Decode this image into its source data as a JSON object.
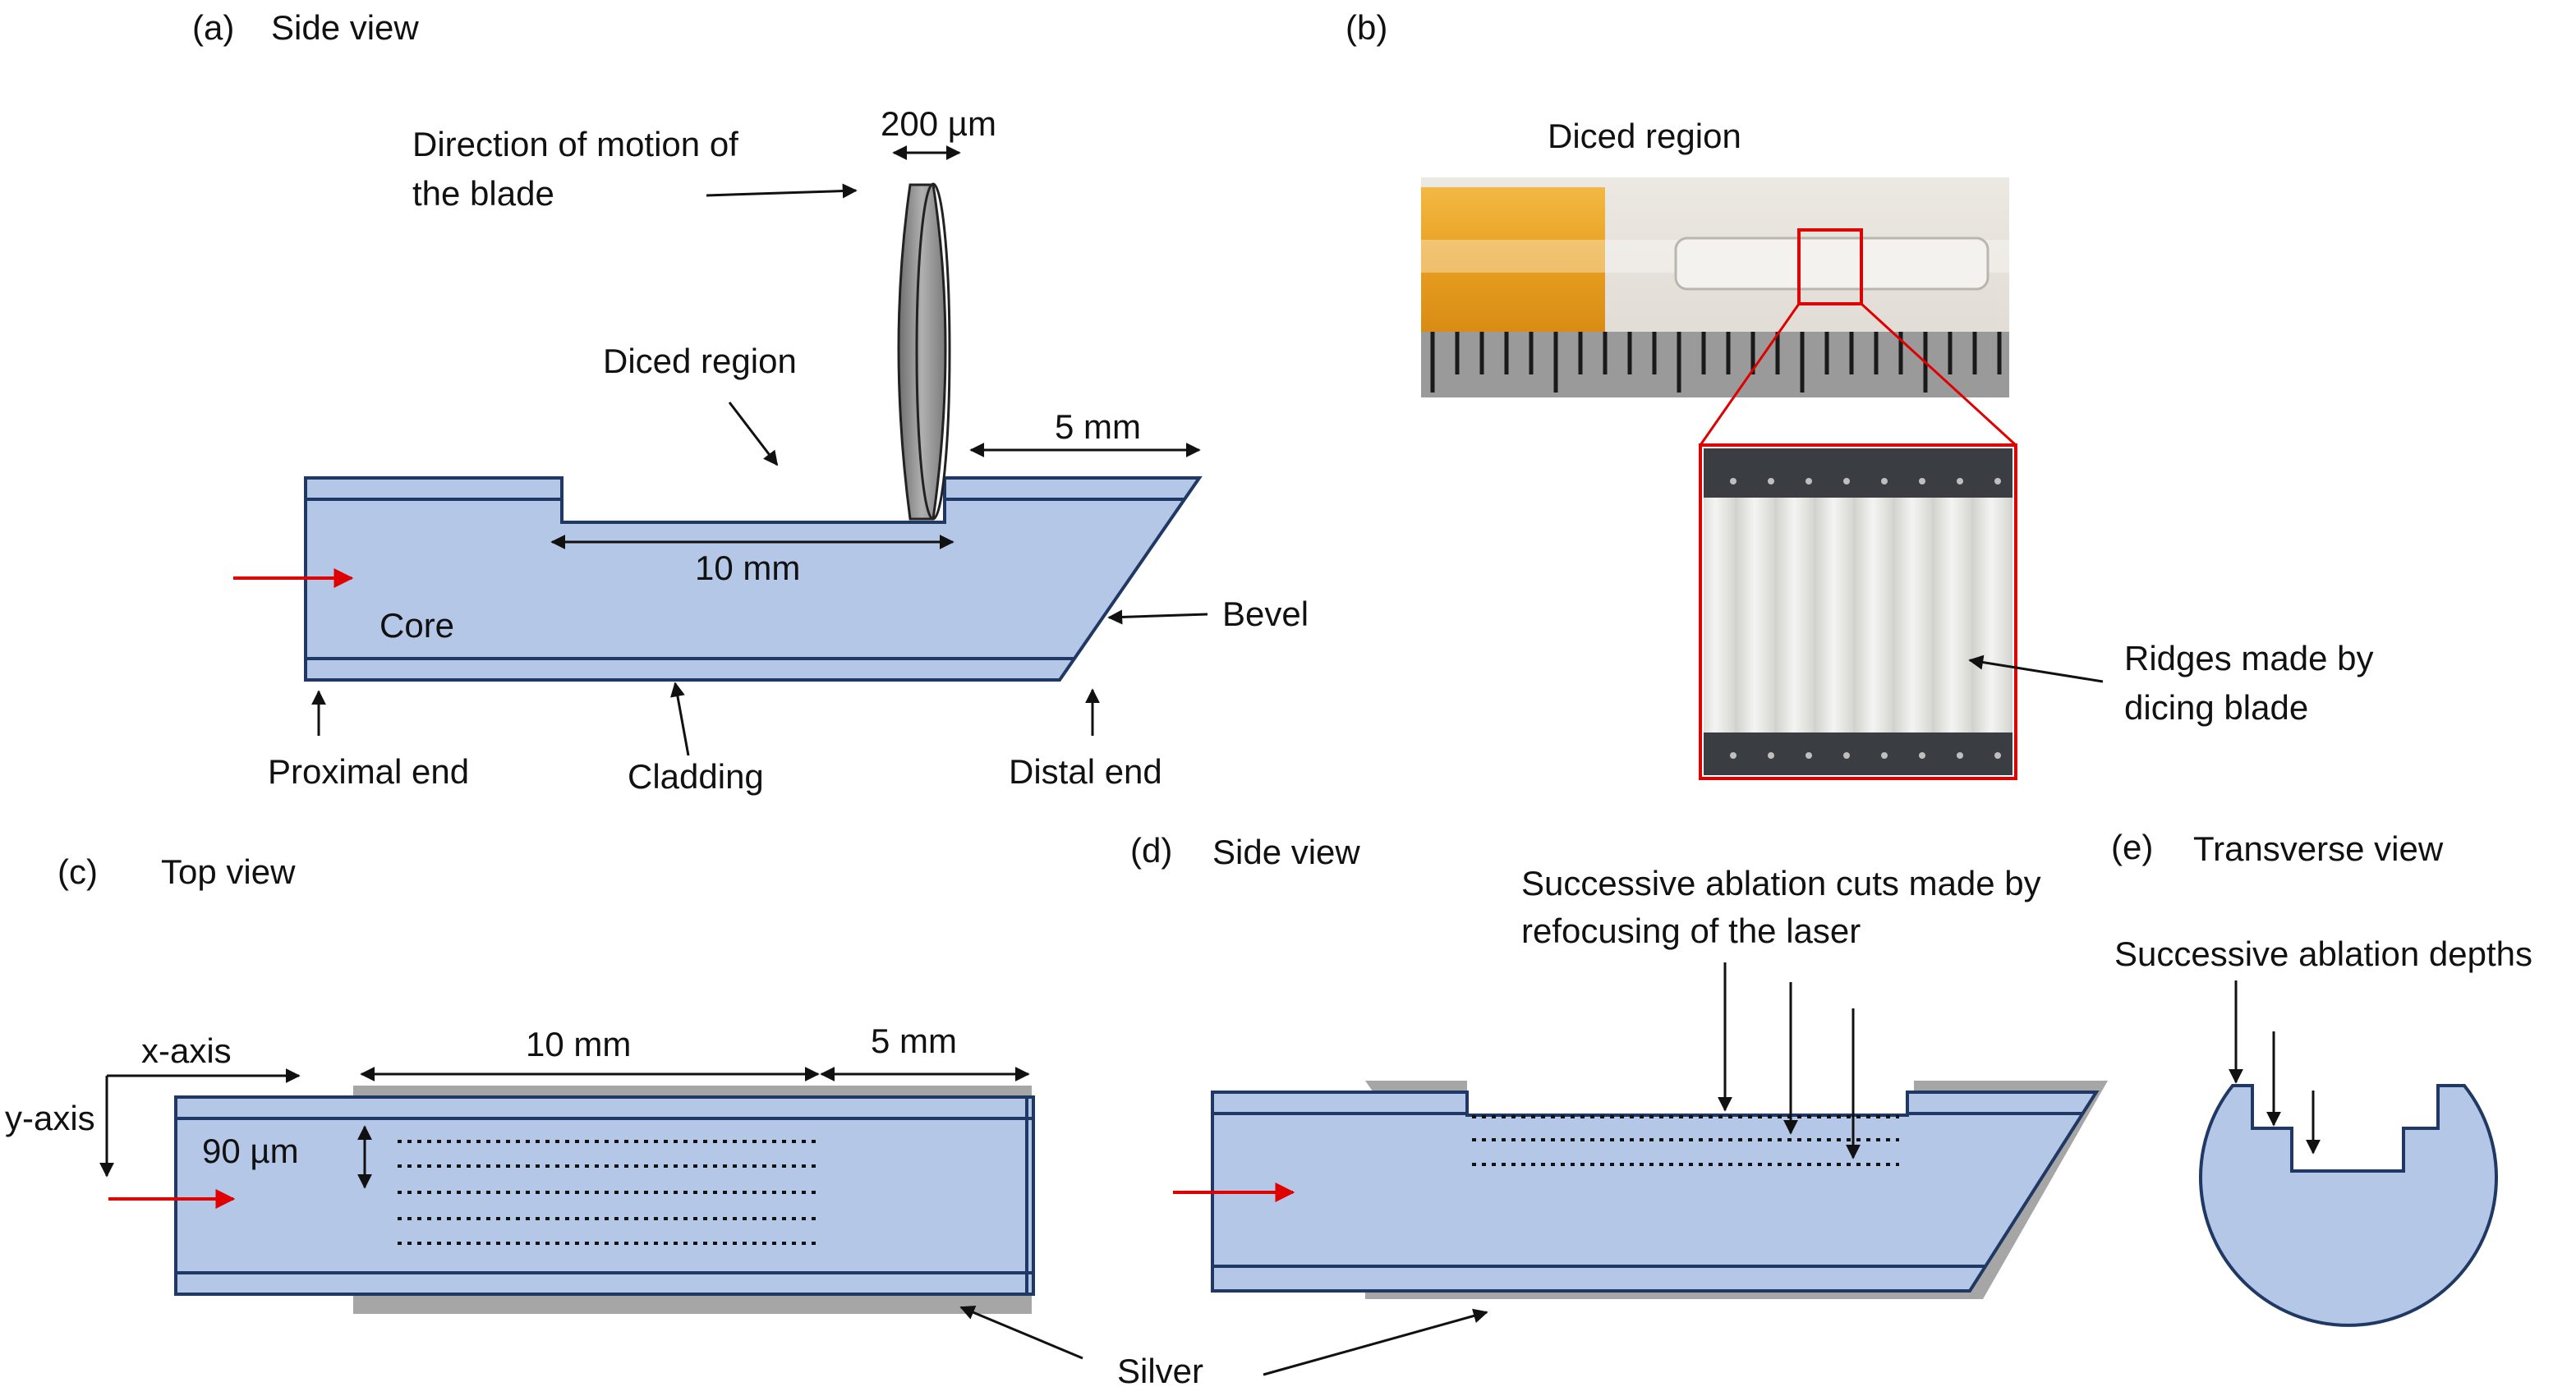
{
  "panels": {
    "a": {
      "letter": "(a)",
      "title": "Side view"
    },
    "b": {
      "letter": "(b)"
    },
    "c": {
      "letter": "(c)",
      "title": "Top view"
    },
    "d": {
      "letter": "(d)",
      "title": "Side view"
    },
    "e": {
      "letter": "(e)",
      "title": "Transverse view"
    }
  },
  "a": {
    "blade_motion_1": "Direction of motion of",
    "blade_motion_2": "the blade",
    "blade_width": "200 µm",
    "diced_region": "Diced region",
    "distal_length": "5 mm",
    "diced_length": "10 mm",
    "core": "Core",
    "bevel": "Bevel",
    "proximal_end": "Proximal end",
    "cladding": "Cladding",
    "distal_end": "Distal end"
  },
  "b": {
    "diced_region": "Diced region",
    "ridges_1": "Ridges made by",
    "ridges_2": "dicing blade"
  },
  "c": {
    "x_axis": "x-axis",
    "y_axis": "y-axis",
    "cut_length": "10 mm",
    "end_length": "5 mm",
    "spacing": "90 µm",
    "silver": "Silver"
  },
  "d": {
    "ablation_1": "Successive ablation cuts made by",
    "ablation_2": "refocusing of the laser"
  },
  "e": {
    "depths": "Successive ablation depths"
  },
  "colors": {
    "fiber_fill": "#b4c7e7",
    "cladding_line": "#1f3864",
    "silver": "#a6a6a6",
    "light_arrow": "#e00000",
    "highlight_box": "#e00000",
    "tape": "#e8a020"
  },
  "icons": [
    "blade-disc",
    "ruler",
    "micrograph"
  ]
}
